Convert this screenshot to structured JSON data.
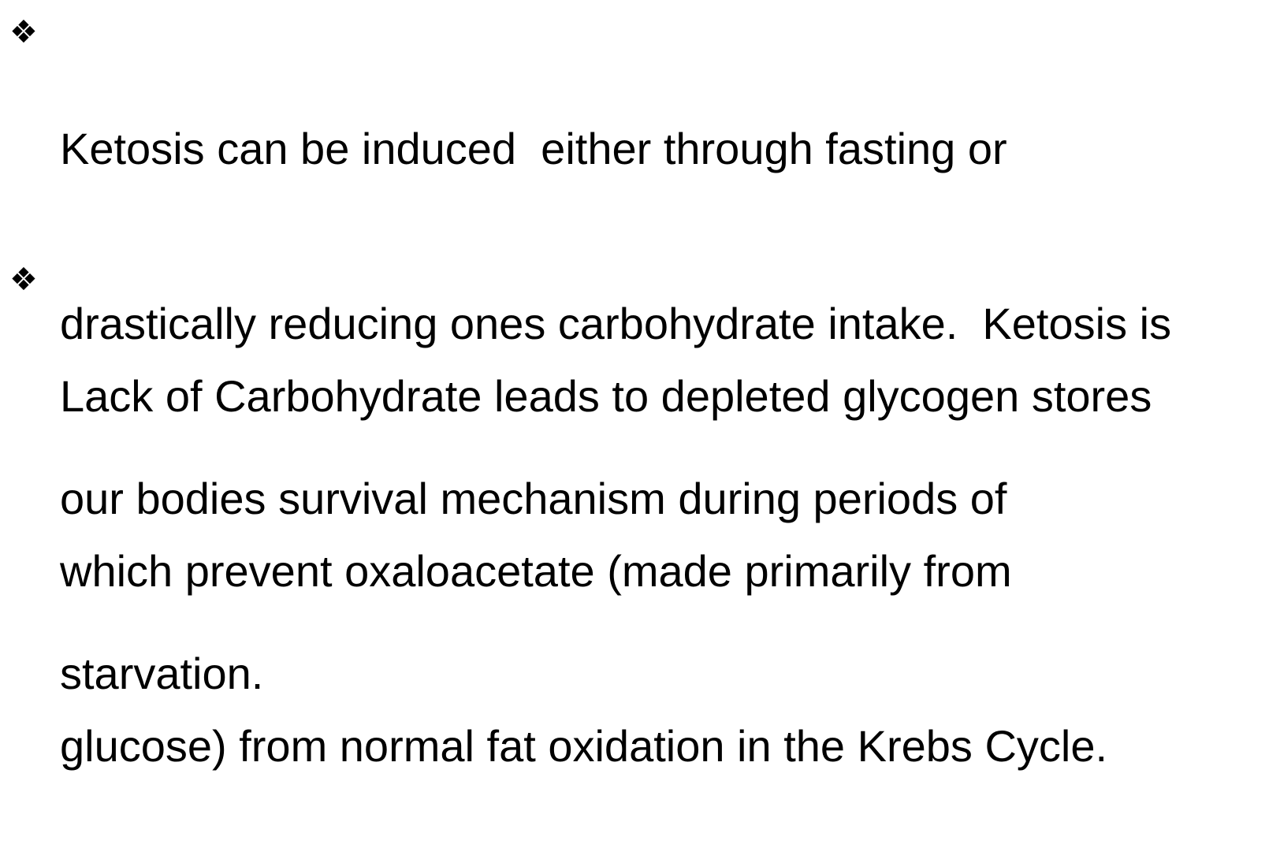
{
  "slide": {
    "bullets": [
      {
        "marker": "❖",
        "lines": [
          "Ketosis can be induced  either through fasting or",
          "drastically reducing ones carbohydrate intake.  Ketosis is",
          "our bodies survival mechanism during periods of",
          "starvation."
        ]
      },
      {
        "marker": "❖",
        "lines": [
          "Lack of Carbohydrate leads to depleted glycogen stores",
          "which prevent oxaloacetate (made primarily from",
          "glucose) from normal fat oxidation in the Krebs Cycle."
        ]
      }
    ]
  }
}
